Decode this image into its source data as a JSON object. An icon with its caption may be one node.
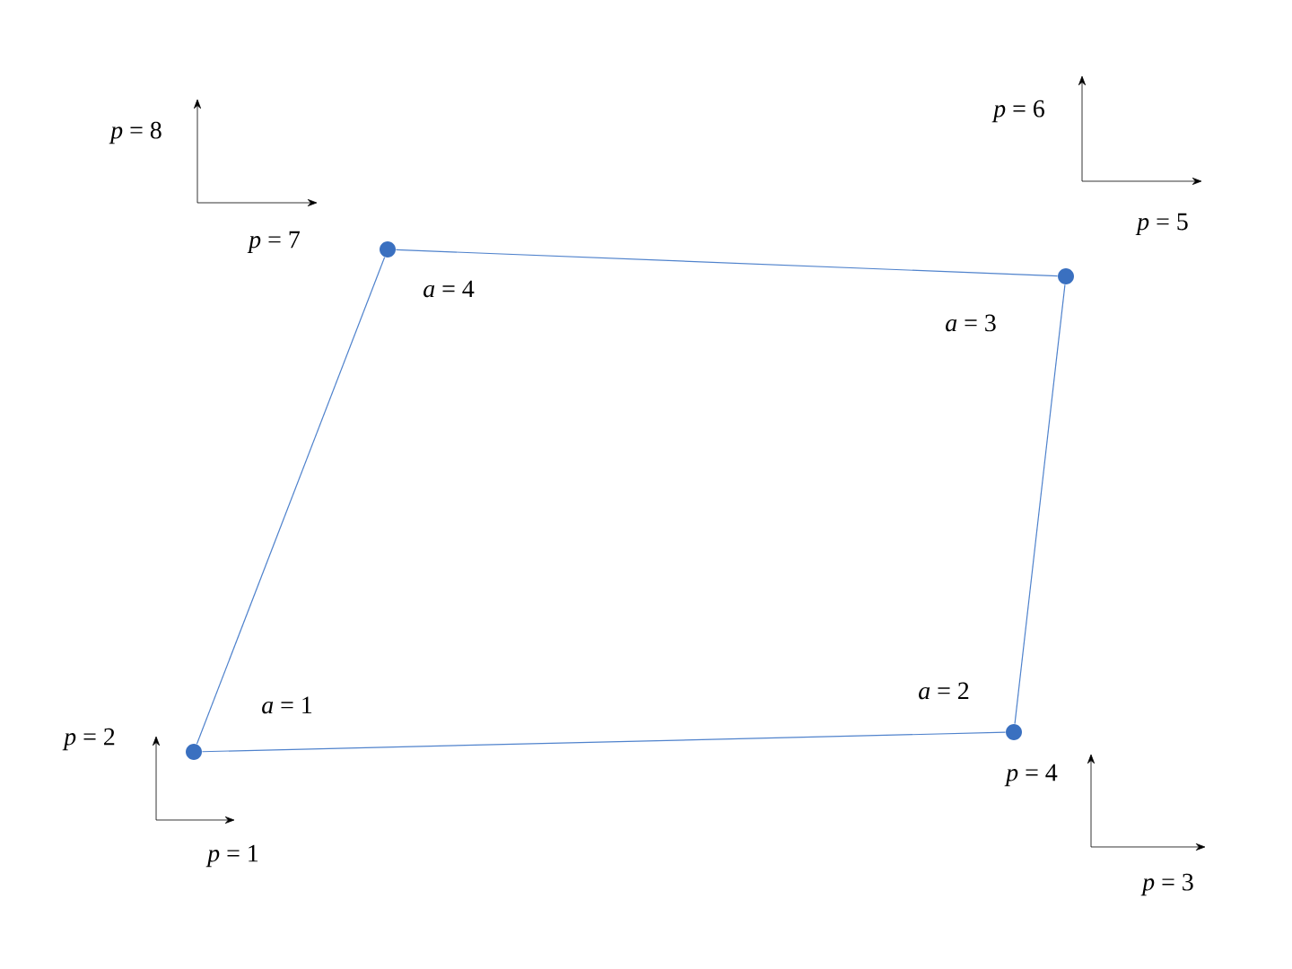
{
  "diagram": {
    "nodes": [
      {
        "text": [],
        "shape": "circle",
        "beside": [
          "*a* = 1"
        ]
      },
      {
        "text": [],
        "shape": "circle",
        "beside": [
          "*a* = 2"
        ]
      },
      {
        "text": [],
        "shape": "circle",
        "beside": [
          "*a* = 3"
        ]
      },
      {
        "text": [],
        "shape": "circle",
        "beside": [
          "*a* = 4"
        ]
      }
    ],
    "edges": [
      {
        "from": 0,
        "to": 1,
        "arrow": "none"
      },
      {
        "from": 1,
        "to": 2,
        "arrow": "none"
      },
      {
        "from": 2,
        "to": 3,
        "arrow": "none"
      },
      {
        "from": 3,
        "to": 0,
        "arrow": "none"
      }
    ],
    "labels": [
      "*p* = 8",
      "*p* = 6",
      "*p* = 7",
      "*p* = 5",
      "*p* = 2",
      "*p* = 4",
      "*p* = 1",
      "*p* = 3"
    ]
  }
}
